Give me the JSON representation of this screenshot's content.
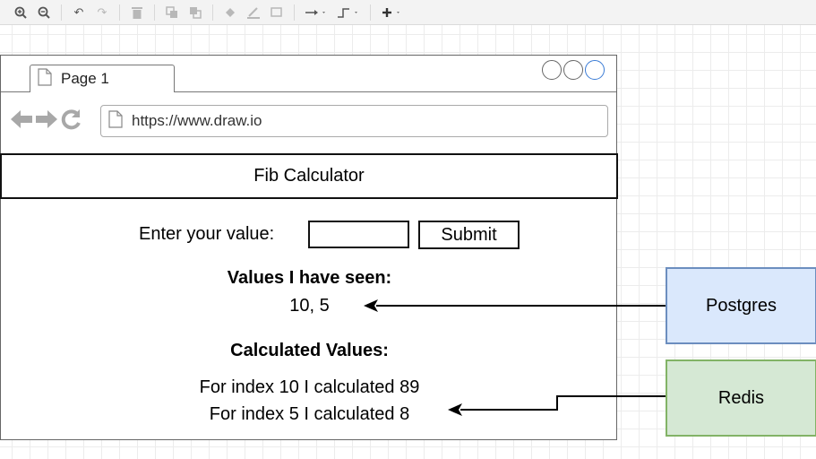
{
  "toolbar": {
    "icons": [
      "zoom-in-icon",
      "zoom-out-icon",
      "undo-icon",
      "redo-icon",
      "delete-icon",
      "to-front-icon",
      "to-back-icon",
      "fill-color-icon",
      "line-color-icon",
      "shadow-icon",
      "connection-icon",
      "waypoints-icon",
      "insert-icon"
    ]
  },
  "browser": {
    "tab_label": "Page 1",
    "url": "https://www.draw.io"
  },
  "app": {
    "title": "Fib Calculator",
    "input_label": "Enter your value:",
    "submit_label": "Submit",
    "seen_heading": "Values I have seen:",
    "seen_values": "10, 5",
    "calc_heading": "Calculated Values:",
    "calc_lines": [
      "For index 10 I calculated 89",
      "For index 5 I calculated 8"
    ]
  },
  "stores": {
    "postgres": "Postgres",
    "redis": "Redis"
  },
  "colors": {
    "postgres_fill": "#dae8fc",
    "postgres_stroke": "#6c8ebf",
    "redis_fill": "#d5e8d4",
    "redis_stroke": "#82b366"
  }
}
